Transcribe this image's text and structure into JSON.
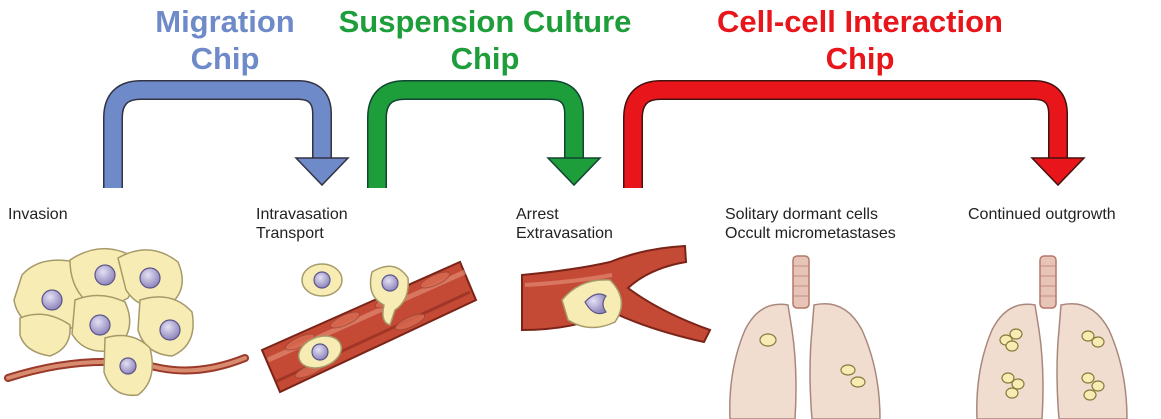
{
  "colors": {
    "migration": "#6e8ac8",
    "suspension": "#1e9e3a",
    "interaction": "#e8151b",
    "cell_fill": "#f7edb4",
    "cell_edge": "#a69a6a",
    "nucleus": "#9c93c4",
    "vessel": "#b43b2c",
    "lung": "#f1dcd0"
  },
  "chips": {
    "migration": {
      "line1": "Migration",
      "line2": "Chip"
    },
    "suspension": {
      "line1": "Suspension Culture",
      "line2": "Chip"
    },
    "interaction": {
      "line1": "Cell-cell Interaction",
      "line2": "Chip"
    }
  },
  "stages": {
    "invasion": {
      "line1": "Invasion"
    },
    "intravasation": {
      "line1": "Intravasation",
      "line2": "Transport"
    },
    "arrest": {
      "line1": "Arrest",
      "line2": "Extravasation"
    },
    "dormant": {
      "line1": "Solitary dormant cells",
      "line2": "Occult micrometastases"
    },
    "outgrowth": {
      "line1": "Continued outgrowth"
    }
  },
  "arrows": [
    {
      "chip": "migration",
      "from_stage": "invasion",
      "to_stage": "intravasation",
      "icon": "curved-down-arrow-icon"
    },
    {
      "chip": "suspension",
      "from_stage": "intravasation",
      "to_stage": "arrest",
      "icon": "curved-down-arrow-icon"
    },
    {
      "chip": "interaction",
      "from_stage": "arrest",
      "to_stage": "outgrowth",
      "icon": "curved-down-arrow-icon"
    }
  ]
}
